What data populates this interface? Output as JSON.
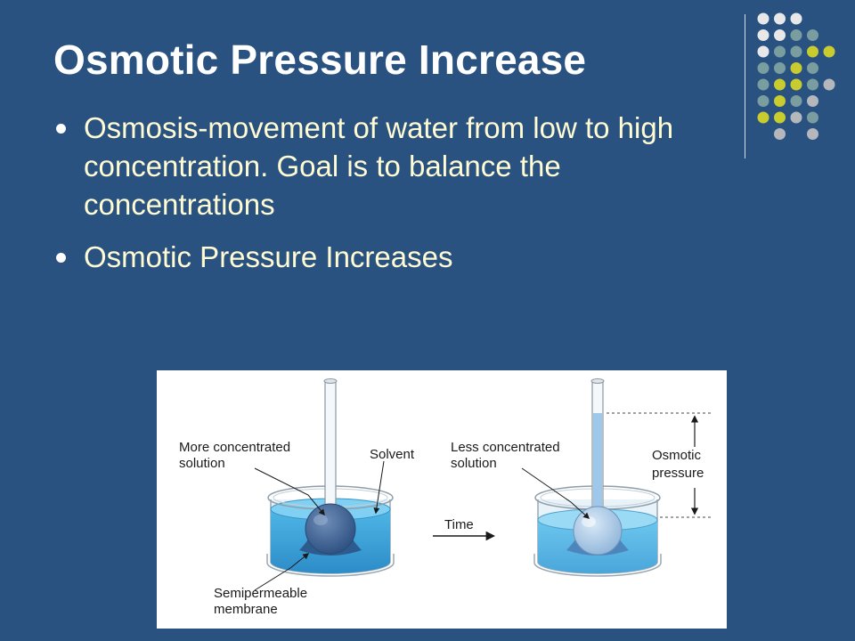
{
  "slide": {
    "title": "Osmotic Pressure Increase",
    "bullets": [
      "Osmosis-movement of water from low to high concentration. Goal is to balance the concentrations",
      "Osmotic Pressure Increases"
    ]
  },
  "colors": {
    "background": "#2a5280",
    "title_text": "#ffffff",
    "bullet_text": "#fffbd2",
    "dot_white": "#e8e8e8",
    "dot_teal": "#7a9ea0",
    "dot_yellow": "#c8cc2e",
    "dot_gray": "#b4b7bc"
  },
  "decoration": {
    "dot_grid": [
      [
        "white",
        "white",
        "white",
        "",
        ""
      ],
      [
        "white",
        "white",
        "teal",
        "teal",
        ""
      ],
      [
        "white",
        "teal",
        "teal",
        "yellow",
        "yellow"
      ],
      [
        "teal",
        "teal",
        "yellow",
        "teal",
        ""
      ],
      [
        "teal",
        "yellow",
        "yellow",
        "teal",
        "gray"
      ],
      [
        "teal",
        "yellow",
        "teal",
        "gray",
        ""
      ],
      [
        "yellow",
        "yellow",
        "gray",
        "teal",
        ""
      ],
      [
        "",
        "gray",
        "",
        "gray",
        ""
      ]
    ]
  },
  "figure": {
    "labels": {
      "more_concentrated_line1": "More concentrated",
      "more_concentrated_line2": "solution",
      "solvent": "Solvent",
      "less_concentrated_line1": "Less concentrated",
      "less_concentrated_line2": "solution",
      "osmotic_line1": "Osmotic",
      "osmotic_line2": "pressure",
      "time": "Time",
      "semipermeable_line1": "Semipermeable",
      "semipermeable_line2": "membrane"
    }
  }
}
